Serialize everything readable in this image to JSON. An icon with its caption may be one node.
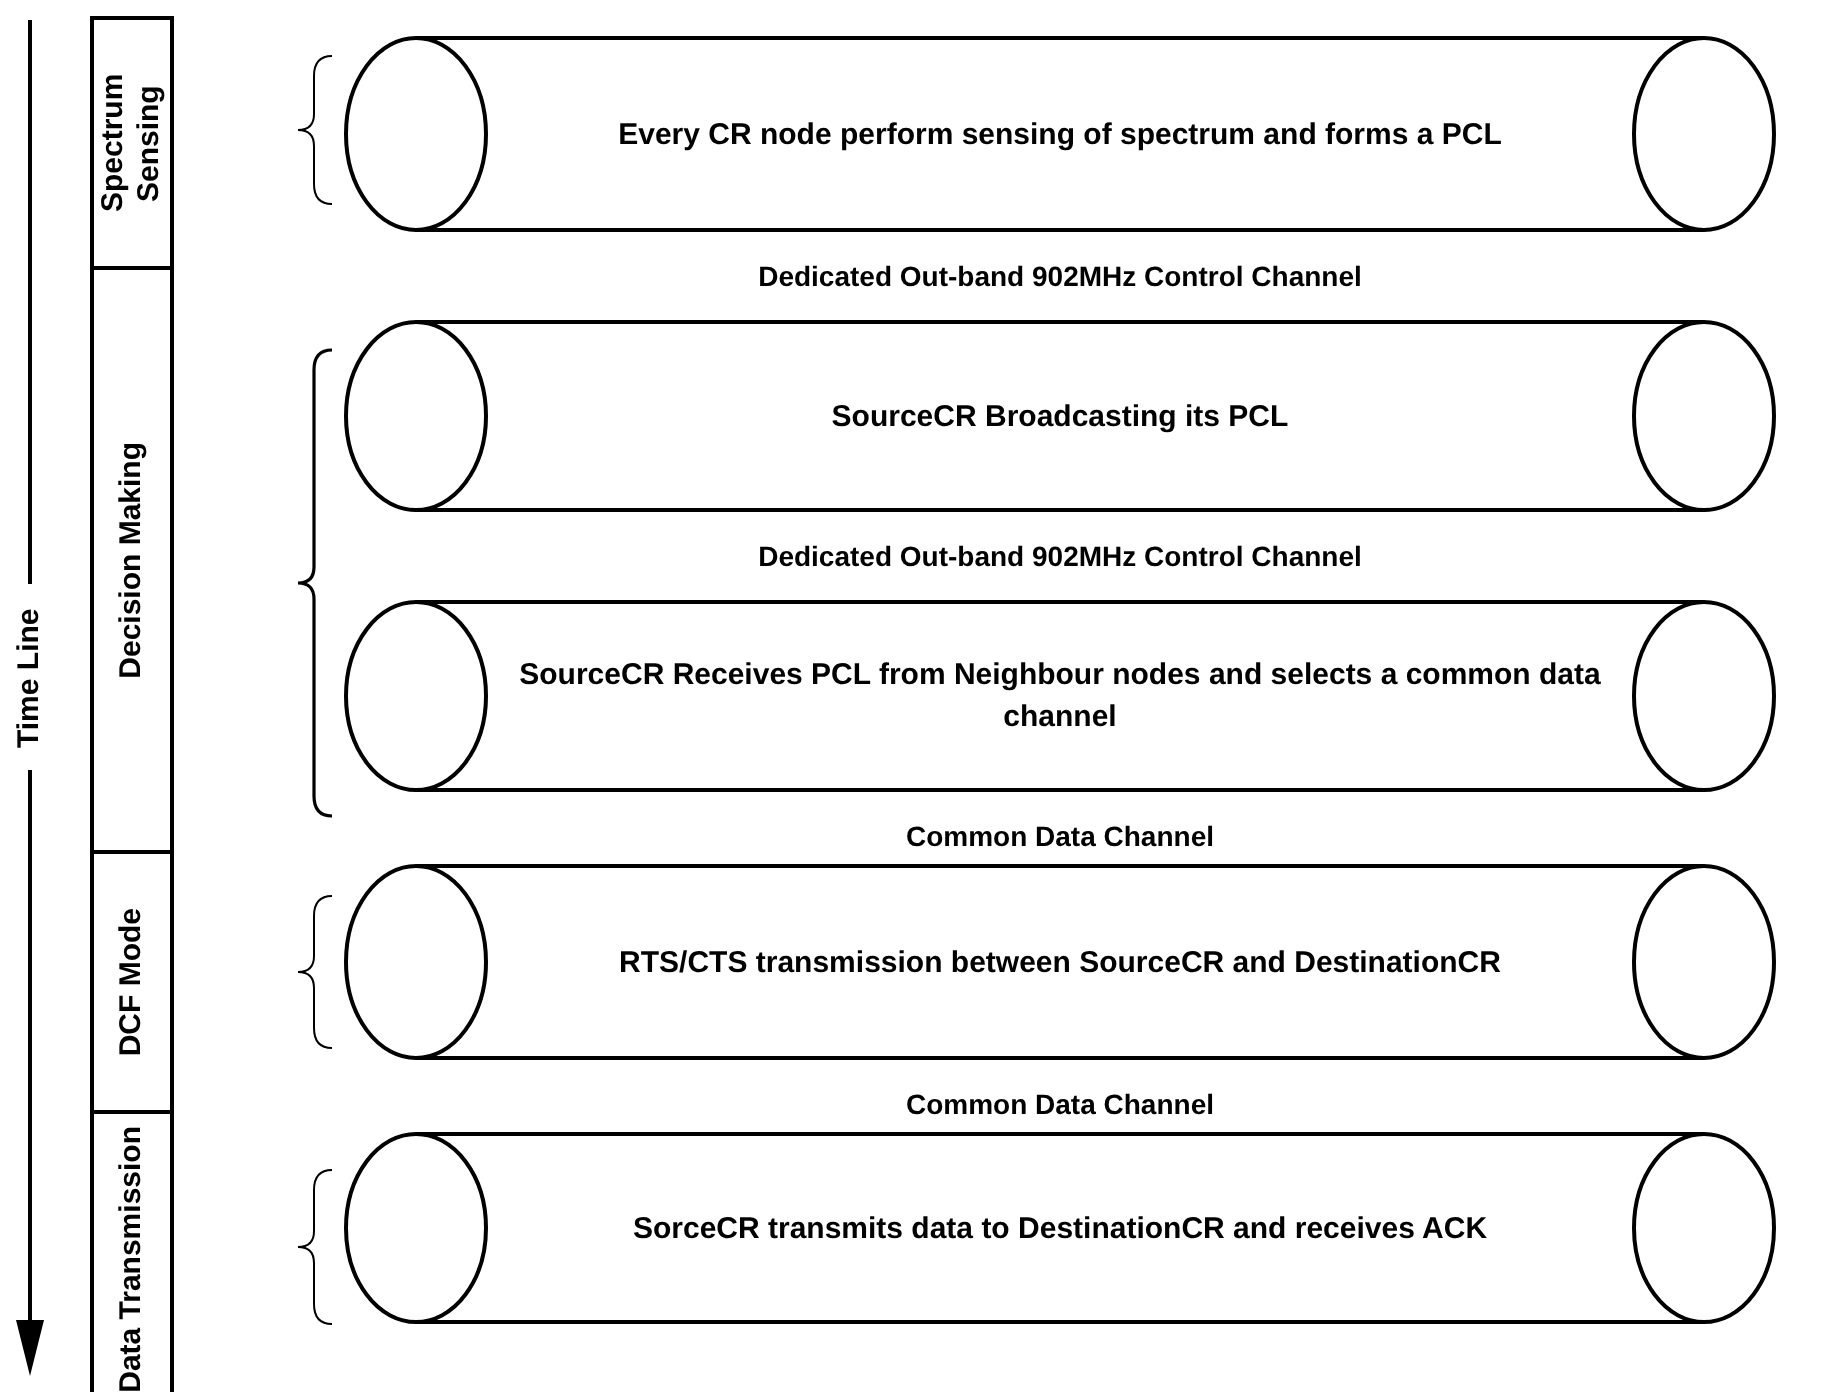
{
  "diagram": {
    "nodes": [
      {
        "text": [
          "Spectrum Sensing"
        ]
      },
      {
        "text": [
          "Every CR node perform sensing of spectrum and forms a PCL"
        ]
      },
      {
        "text": [
          "Decision Making"
        ]
      },
      {
        "text": [
          "SourceCR Broadcasting its PCL"
        ],
        "beside": [
          "Dedicated Out-band 902MHz Control Channel"
        ]
      },
      {
        "text": [
          "SourceCR Receives PCL from Neighbour nodes and selects a common data channel"
        ],
        "beside": [
          "Dedicated Out-band 902MHz Control Channel"
        ]
      },
      {
        "text": [
          "DCF Mode"
        ]
      },
      {
        "text": [
          "RTS/CTS transmission between SourceCR and DestinationCR"
        ],
        "beside": [
          "Common Data Channel"
        ]
      },
      {
        "text": [
          "Data Transmission"
        ]
      },
      {
        "text": [
          "SorceCR transmits data to DestinationCR  and receives ACK"
        ],
        "beside": [
          "Common Data Channel"
        ]
      }
    ],
    "labels": [
      "Time Line"
    ]
  }
}
